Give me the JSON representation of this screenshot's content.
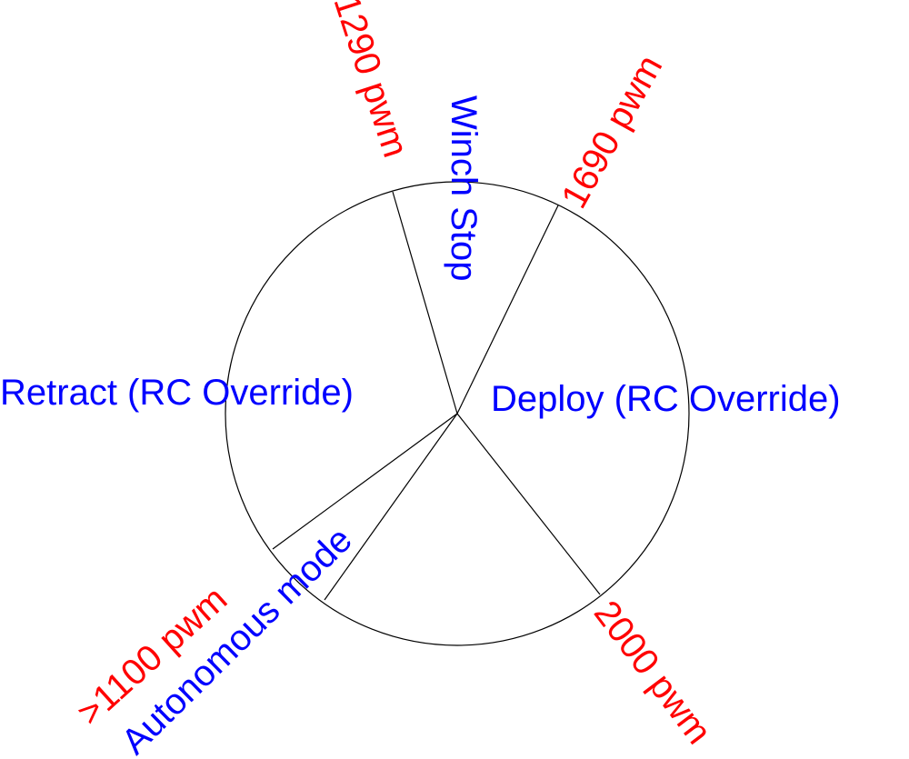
{
  "colors": {
    "pwm_label": "#ff0000",
    "region_label": "#0000ff",
    "outline": "#000000"
  },
  "pwm_labels": {
    "p1290": "1290 pwm",
    "p1690": "1690 pwm",
    "p2000": "2000 pwm",
    "p1100": ">1100 pwm"
  },
  "regions": {
    "winch_stop": "Winch Stop",
    "retract": "Retract (RC Override)",
    "deploy": "Deploy (RC Override)",
    "autonomous": "Autonomous mode"
  }
}
